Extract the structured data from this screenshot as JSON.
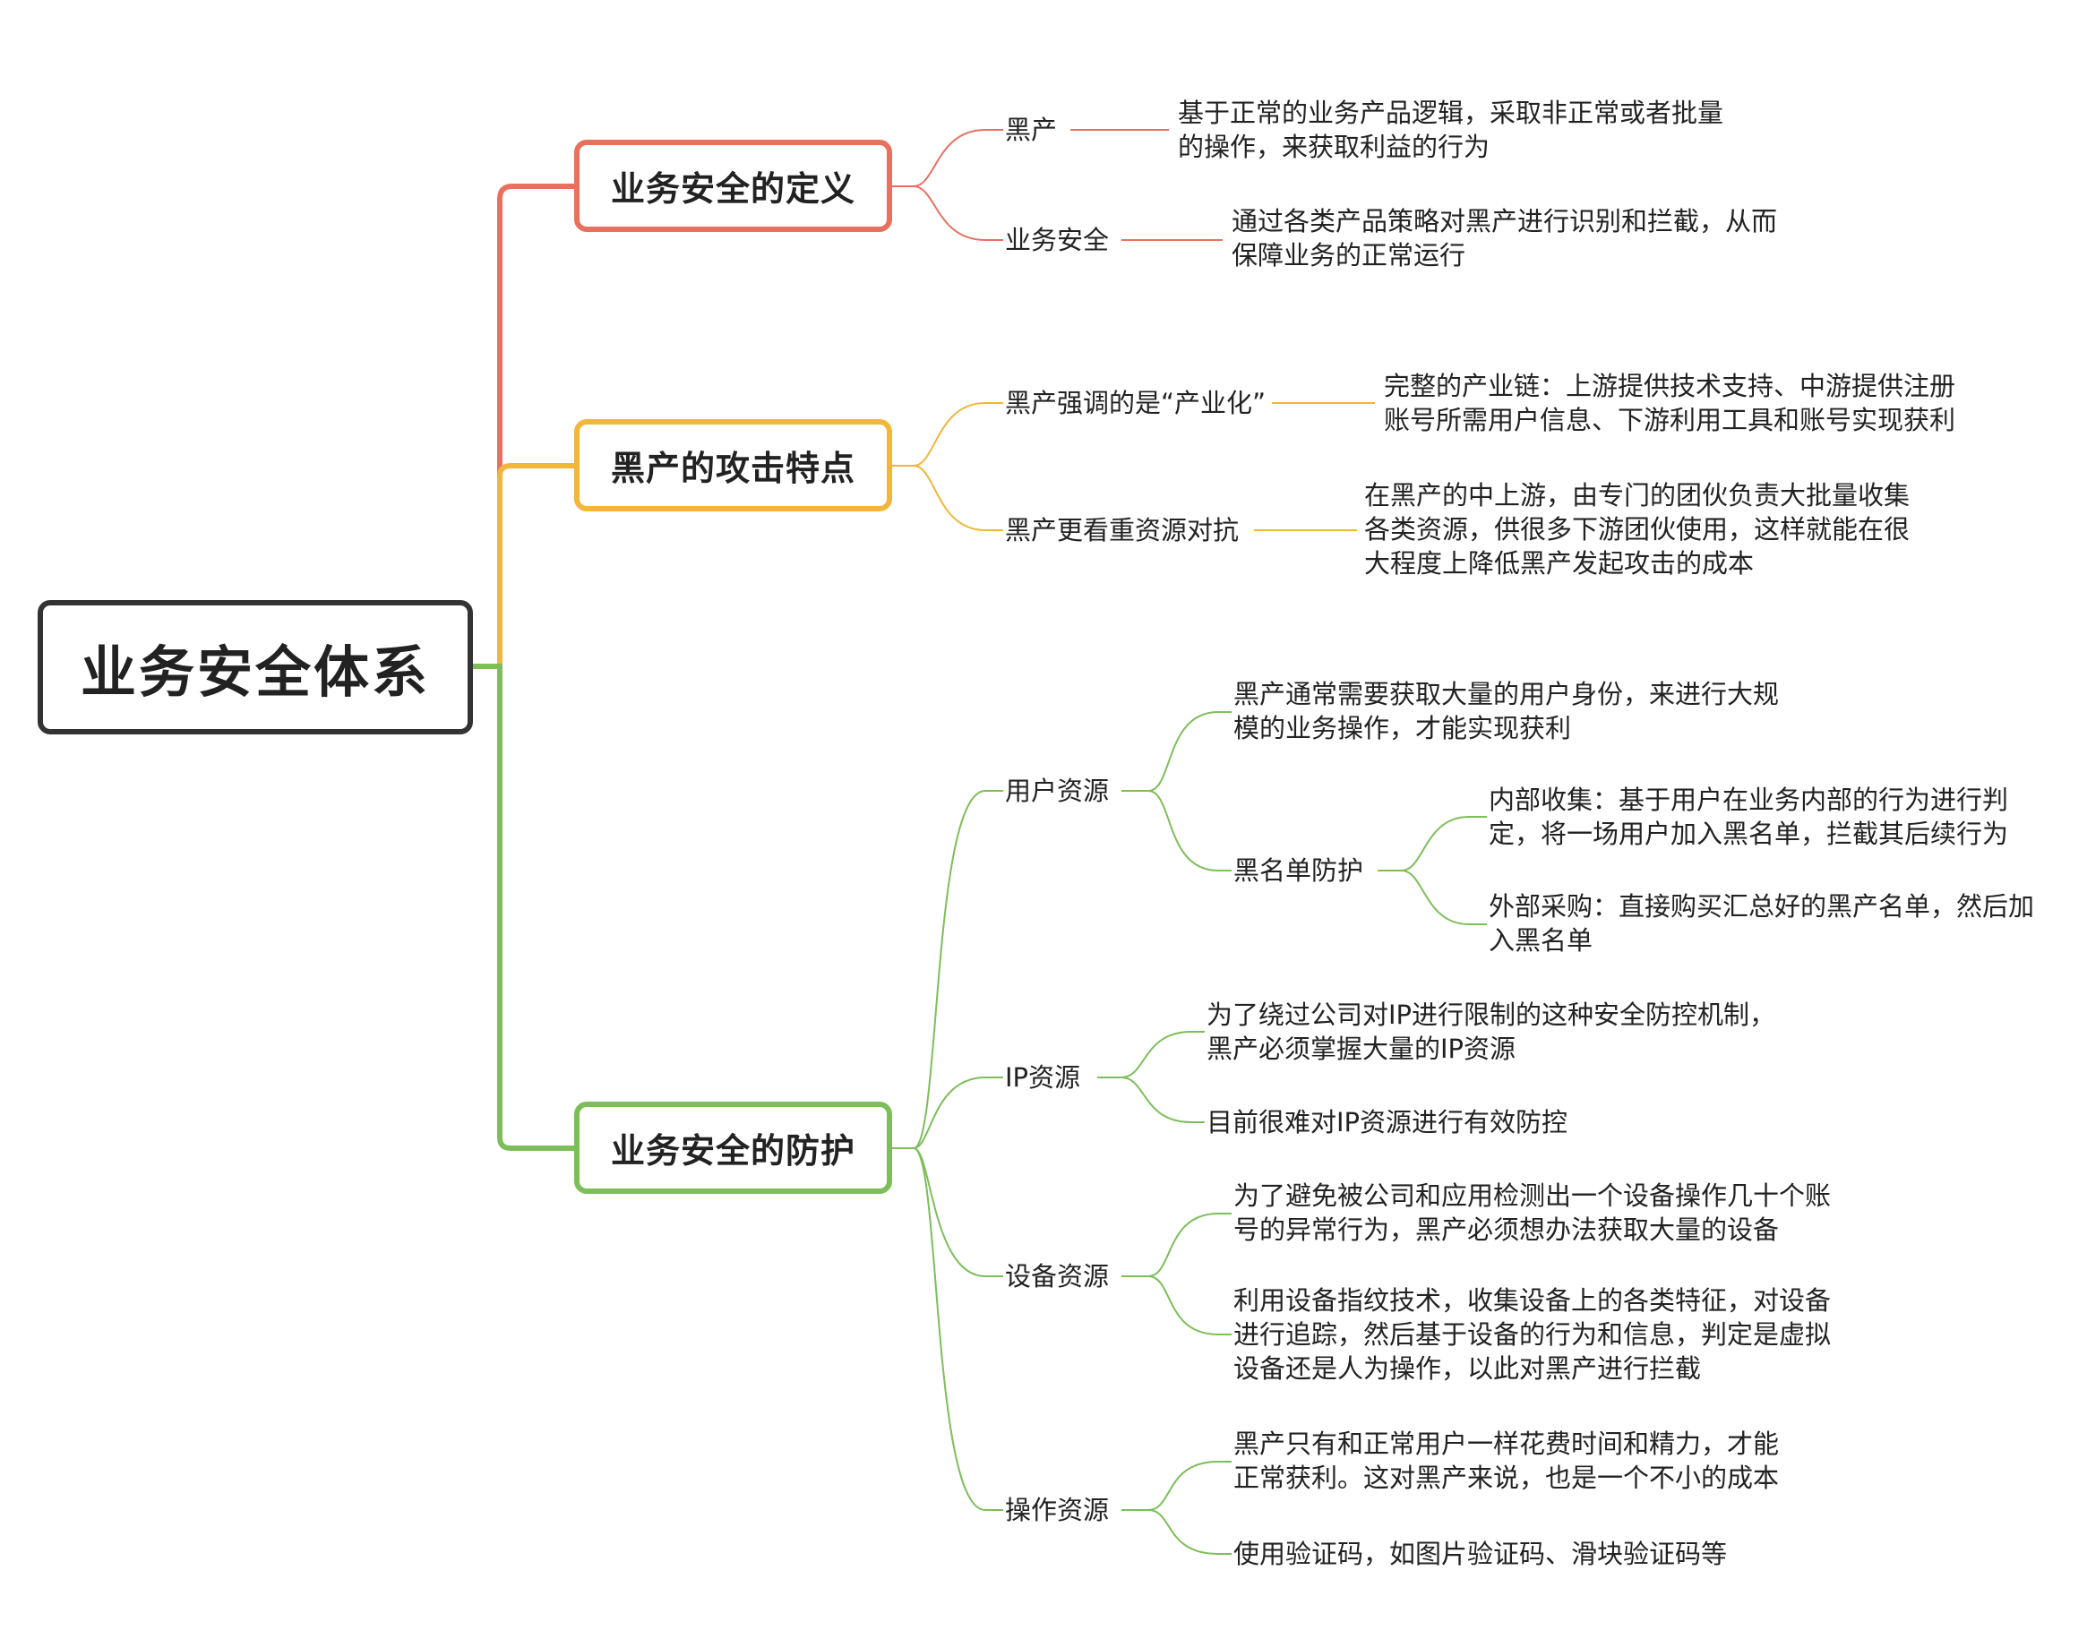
{
  "colors": {
    "root": "#333333",
    "definition": "#E8705F",
    "features": "#F2B63A",
    "protection": "#7DBE5A"
  },
  "root": {
    "label": "业务安全体系"
  },
  "branches": {
    "definition": {
      "label": "业务安全的定义"
    },
    "features": {
      "label": "黑产的攻击特点"
    },
    "protection": {
      "label": "业务安全的防护"
    }
  },
  "definition": {
    "heichan": {
      "label": "黑产",
      "detail": [
        "基于正常的业务产品逻辑，采取非正常或者批量",
        "的操作，来获取利益的行为"
      ]
    },
    "security": {
      "label": "业务安全",
      "detail": [
        "通过各类产品策略对黑产进行识别和拦截，从而",
        "保障业务的正常运行"
      ]
    }
  },
  "features": {
    "industrial": {
      "label": "黑产强调的是“产业化”",
      "detail": [
        "完整的产业链：上游提供技术支持、中游提供注册",
        "账号所需用户信息、下游利用工具和账号实现获利"
      ]
    },
    "resource": {
      "label": "黑产更看重资源对抗",
      "detail": [
        "在黑产的中上游，由专门的团伙负责大批量收集",
        "各类资源，供很多下游团伙使用，这样就能在很",
        "大程度上降低黑产发起攻击的成本"
      ]
    }
  },
  "protection": {
    "user": {
      "label": "用户资源",
      "detail": [
        "黑产通常需要获取大量的用户身份，来进行大规",
        "模的业务操作，才能实现获利"
      ],
      "blacklist": {
        "label": "黑名单防护",
        "internal": [
          "内部收集：基于用户在业务内部的行为进行判",
          "定，将一场用户加入黑名单，拦截其后续行为"
        ],
        "external": [
          "外部采购：直接购买汇总好的黑产名单，然后加",
          "入黑名单"
        ]
      }
    },
    "ip": {
      "label": "IP资源",
      "detail1": [
        "为了绕过公司对IP进行限制的这种安全防控机制，",
        "黑产必须掌握大量的IP资源"
      ],
      "detail2": [
        "目前很难对IP资源进行有效防控"
      ]
    },
    "device": {
      "label": "设备资源",
      "detail1": [
        "为了避免被公司和应用检测出一个设备操作几十个账",
        "号的异常行为，黑产必须想办法获取大量的设备"
      ],
      "detail2": [
        "利用设备指纹技术，收集设备上的各类特征，对设备",
        "进行追踪，然后基于设备的行为和信息，判定是虚拟",
        "设备还是人为操作，以此对黑产进行拦截"
      ]
    },
    "operation": {
      "label": "操作资源",
      "detail1": [
        "黑产只有和正常用户一样花费时间和精力，才能",
        "正常获利。这对黑产来说，也是一个不小的成本"
      ],
      "detail2": [
        "使用验证码，如图片验证码、滑块验证码等"
      ]
    }
  }
}
